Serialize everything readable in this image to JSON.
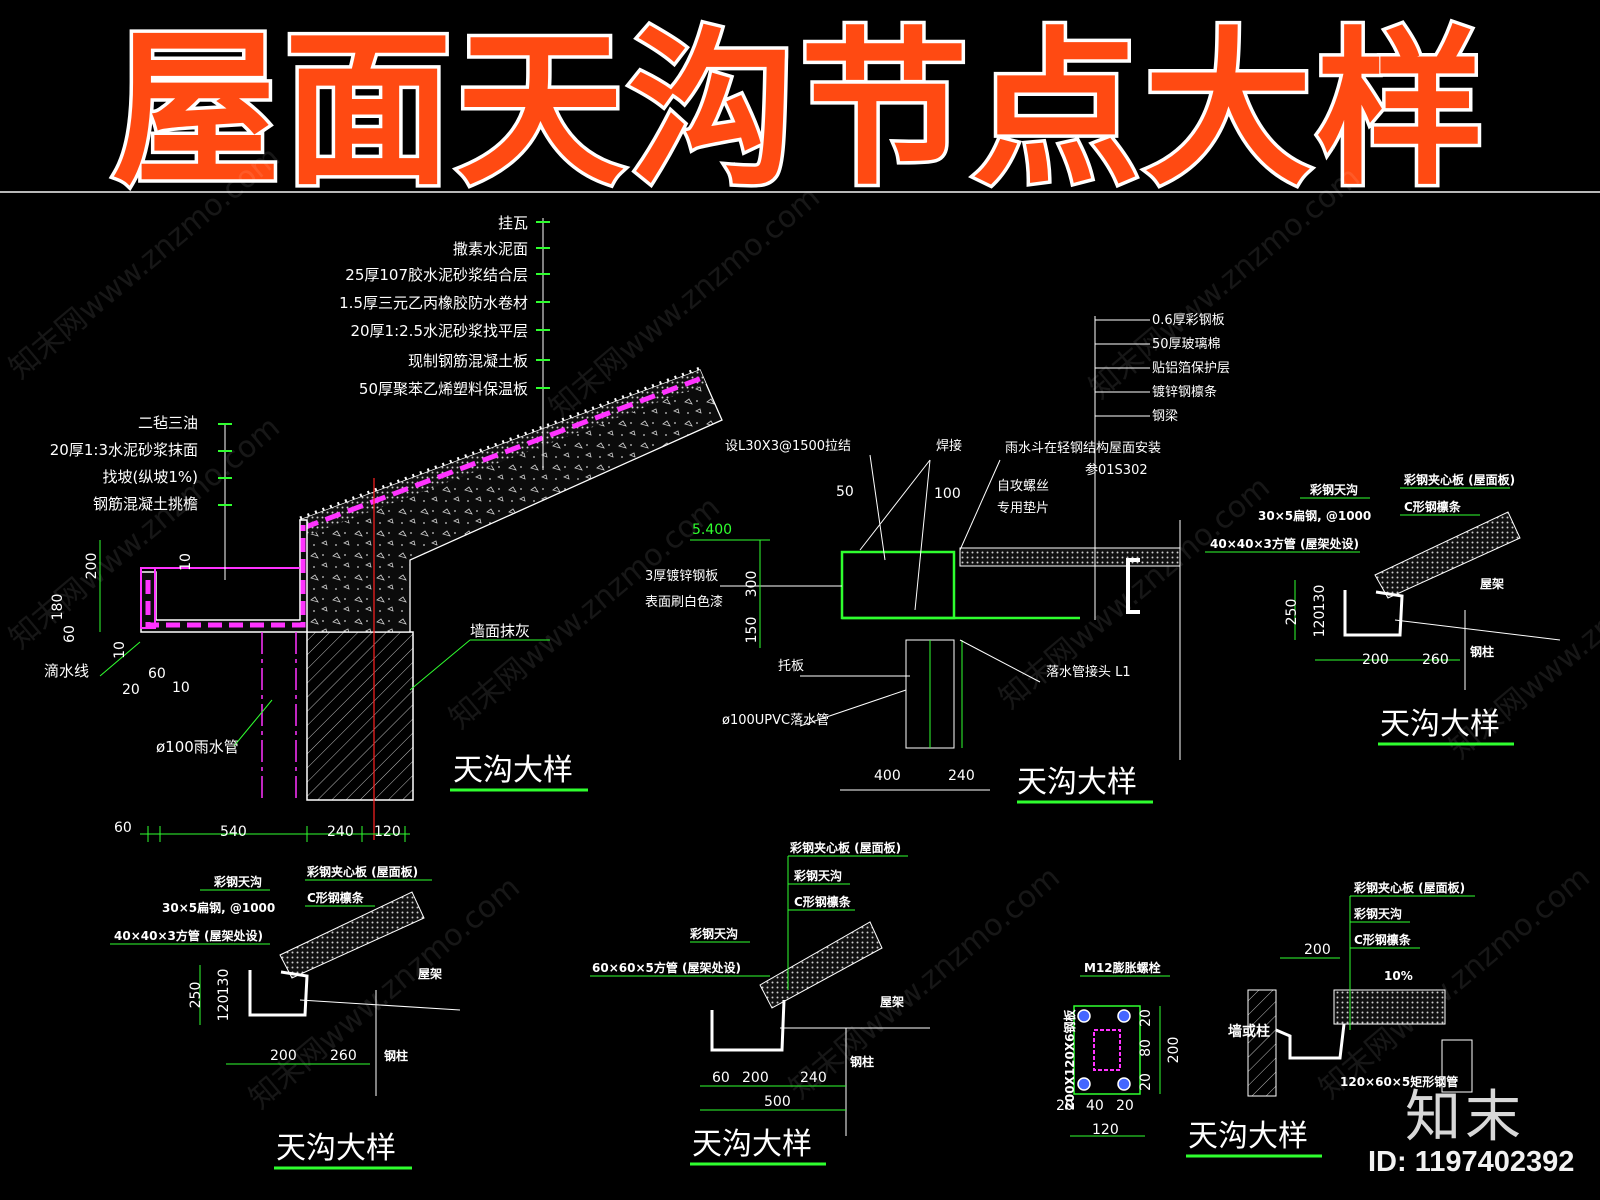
{
  "banner": {
    "title": "屋面天沟节点大样"
  },
  "colors": {
    "banner_fill": "#ff4a12",
    "banner_stroke": "#ffffff",
    "background": "#000000",
    "dim_green": "#2fff2f",
    "magenta": "#ff33ff",
    "red": "#ff2222"
  },
  "detail_a": {
    "layers": [
      "挂瓦",
      "撒素水泥面",
      "25厚107胶水泥砂浆结合层",
      "1.5厚三元乙丙橡胶防水卷材",
      "20厚1:2.5水泥砂浆找平层",
      "现制钢筋混凝土板",
      "50厚聚苯乙烯塑料保温板"
    ],
    "gutter_layers": [
      "二毡三油",
      "20厚1:3水泥砂浆抹面",
      "找坡(纵坡1%)",
      "钢筋混凝土挑檐"
    ],
    "wall_note": "墙面抹灰",
    "drip_note": "滴水线",
    "pipe_note": "ø100雨水管",
    "dims_v": [
      "200",
      "180",
      "60",
      "10",
      "10"
    ],
    "dims_h": [
      "60",
      "540",
      "240",
      "120"
    ],
    "dims_misc": [
      "60",
      "20",
      "10"
    ],
    "title": "天沟大样"
  },
  "detail_b": {
    "layers": [
      "0.6厚彩钢板",
      "50厚玻璃棉",
      "贴铝箔保护层",
      "镀锌钢檩条",
      "钢梁"
    ],
    "note_tie": "设L30X3@1500拉结",
    "note_weld": "焊接",
    "note_drain": "雨水斗在轻钢结构屋面安装",
    "note_ref": "参01S302",
    "note_screw": "自攻螺丝",
    "note_pad": "专用垫片",
    "elev": "5.400",
    "plate_1": "3厚镀锌钢板",
    "plate_2": "表面刷白色漆",
    "support": "托板",
    "pipe": "ø100UPVC落水管",
    "joint": "落水管接头 L1",
    "dims": [
      "50",
      "100",
      "300",
      "150",
      "400",
      "240"
    ],
    "title": "天沟大样"
  },
  "detail_c": {
    "labels": [
      "彩钢天沟",
      "彩钢夹心板 (屋面板)",
      "30×5扁钢, @1000",
      "C形钢檩条",
      "40×40×3方管 (屋架处设)",
      "屋架",
      "钢柱"
    ],
    "dims": [
      "250",
      "130",
      "120",
      "200",
      "260"
    ],
    "title": "天沟大样"
  },
  "detail_d": {
    "labels": [
      "彩钢天沟",
      "彩钢夹心板 (屋面板)",
      "30×5扁钢, @1000",
      "C形钢檩条",
      "40×40×3方管 (屋架处设)",
      "屋架",
      "钢柱"
    ],
    "dims": [
      "250",
      "130",
      "120",
      "200",
      "260"
    ],
    "title": "天沟大样"
  },
  "detail_e": {
    "labels": [
      "彩钢夹心板 (屋面板)",
      "彩钢天沟",
      "C形钢檩条",
      "60×60×5方管 (屋架处设)",
      "屋架",
      "钢柱"
    ],
    "dims": [
      "60",
      "200",
      "240",
      "500"
    ],
    "title": "天沟大样"
  },
  "detail_f": {
    "labels": [
      "M12膨胀螺栓",
      "200X120X6钢板",
      "墙或柱",
      "彩钢夹心板 (屋面板)",
      "彩钢天沟",
      "C形钢檩条",
      "120×60×5矩形钢管"
    ],
    "slope": "10%",
    "dims_left": [
      "20",
      "80",
      "20",
      "20",
      "40",
      "20",
      "200",
      "120"
    ],
    "dims_top": "200",
    "title": "天沟大样"
  },
  "watermark": "知末网www.znzmo.com",
  "brand": {
    "logo": "知末",
    "id": "ID: 1197402392"
  }
}
